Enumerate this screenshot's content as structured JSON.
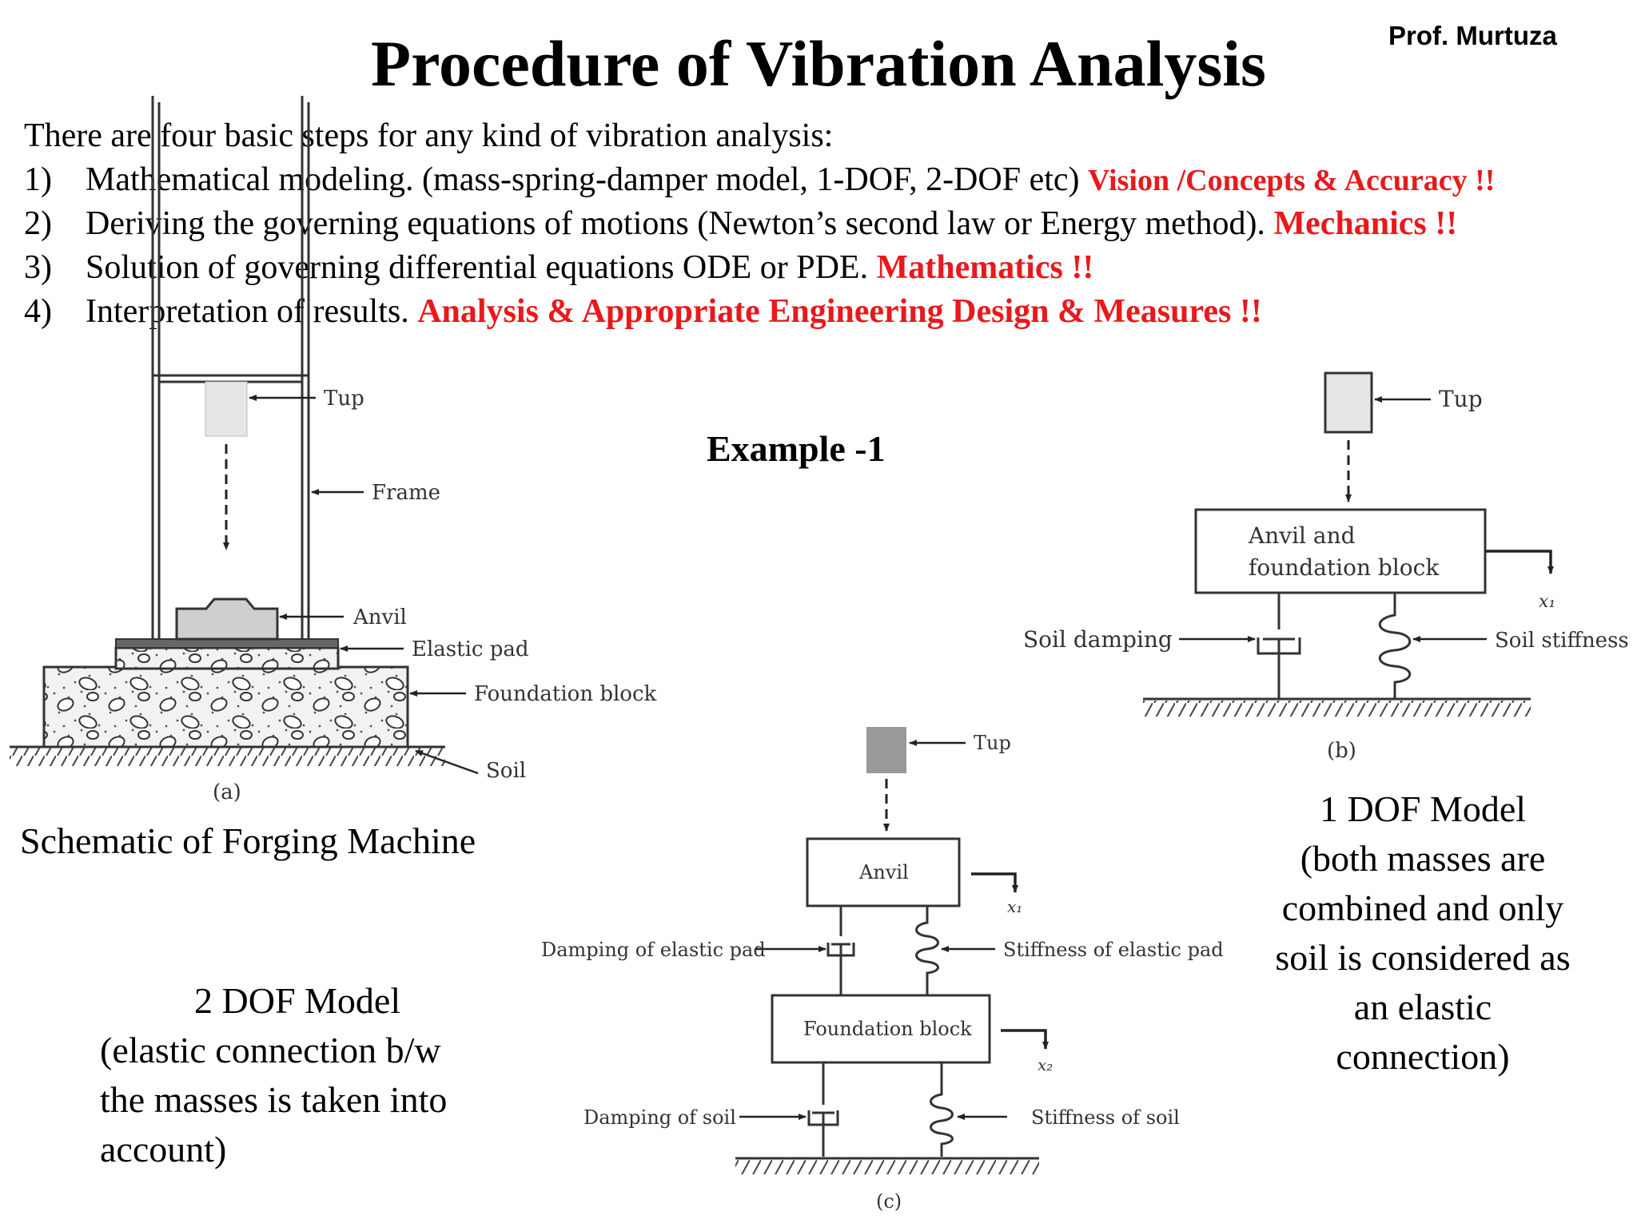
{
  "header": {
    "title": "Procedure of Vibration Analysis",
    "author": "Prof. Murtuza"
  },
  "intro": "There are four basic steps for any kind of vibration analysis:",
  "steps": [
    {
      "num": "1)",
      "text": "Mathematical modeling. (mass-spring-damper model, 1-DOF, 2-DOF etc)",
      "highlight": "Vision /Concepts & Accuracy !!"
    },
    {
      "num": "2)",
      "text": "Deriving the governing equations of motions (Newton’s second law or Energy method).",
      "highlight": "Mechanics !!"
    },
    {
      "num": "3)",
      "text": "Solution of governing differential equations ODE or PDE.",
      "highlight": "Mathematics !!"
    },
    {
      "num": "4)",
      "text": "Interpretation of results.",
      "highlight": "Analysis & Appropriate Engineering Design & Measures !!"
    }
  ],
  "highlight_color": "#e8191c",
  "example_label": "Example -1",
  "figure_a": {
    "labels": {
      "tup": "Tup",
      "frame": "Frame",
      "anvil": "Anvil",
      "elastic_pad": "Elastic pad",
      "foundation_block": "Foundation block",
      "soil": "Soil"
    },
    "tag": "(a)",
    "caption": "Schematic of Forging Machine"
  },
  "figure_b": {
    "labels": {
      "tup": "Tup",
      "block_line1": "Anvil and",
      "block_line2": "foundation block",
      "x1": "x₁",
      "soil_damping": "Soil damping",
      "soil_stiffness": "Soil stiffness"
    },
    "tag": "(b)",
    "caption": [
      "1 DOF Model",
      "(both masses are",
      "combined and only",
      "soil is considered as",
      "an elastic",
      "connection)"
    ]
  },
  "figure_c": {
    "labels": {
      "tup": "Tup",
      "anvil": "Anvil",
      "x1": "x₁",
      "damping_pad": "Damping of elastic pad",
      "stiffness_pad": "Stiffness of elastic pad",
      "foundation_block": "Foundation block",
      "x2": "x₂",
      "damping_soil": "Damping of soil",
      "stiffness_soil": "Stiffness of soil"
    },
    "tag": "(c)",
    "caption": [
      "2 DOF Model",
      "(elastic connection b/w",
      "the masses is taken into",
      "account)"
    ]
  }
}
